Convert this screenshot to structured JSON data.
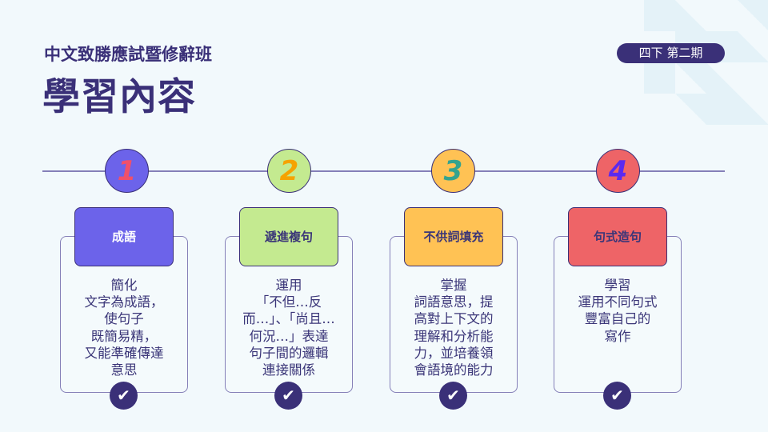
{
  "header": {
    "subtitle": "中文致勝應試暨修辭班",
    "title": "學習內容",
    "badge": "四下 第二期"
  },
  "colors": {
    "primary": "#3a3078",
    "purple": "#6c63ea",
    "green": "#c4ea90",
    "orange": "#ffc254",
    "red": "#ee6467"
  },
  "steps": [
    {
      "number": "1",
      "title": "成語",
      "lines": [
        "簡化",
        "文字為成語，",
        "使句子",
        "既簡易精，",
        "又能準確傳達",
        "意思"
      ],
      "icon": "check-icon"
    },
    {
      "number": "2",
      "title": "遞進複句",
      "lines": [
        "運用",
        "「不但…反",
        "而…」、「尚且…",
        "何況…」表達",
        "句子間的邏輯",
        "連接關係"
      ],
      "icon": "check-icon"
    },
    {
      "number": "3",
      "title": "不供詞填充",
      "lines": [
        "掌握",
        "詞語意思，提",
        "高對上下文的",
        "理解和分析能",
        "力，並培養領",
        "會語境的能力"
      ],
      "icon": "check-icon"
    },
    {
      "number": "4",
      "title": "句式造句",
      "lines": [
        "學習",
        "運用不同句式",
        "豐富自己的",
        "寫作"
      ],
      "icon": "check-icon"
    }
  ]
}
